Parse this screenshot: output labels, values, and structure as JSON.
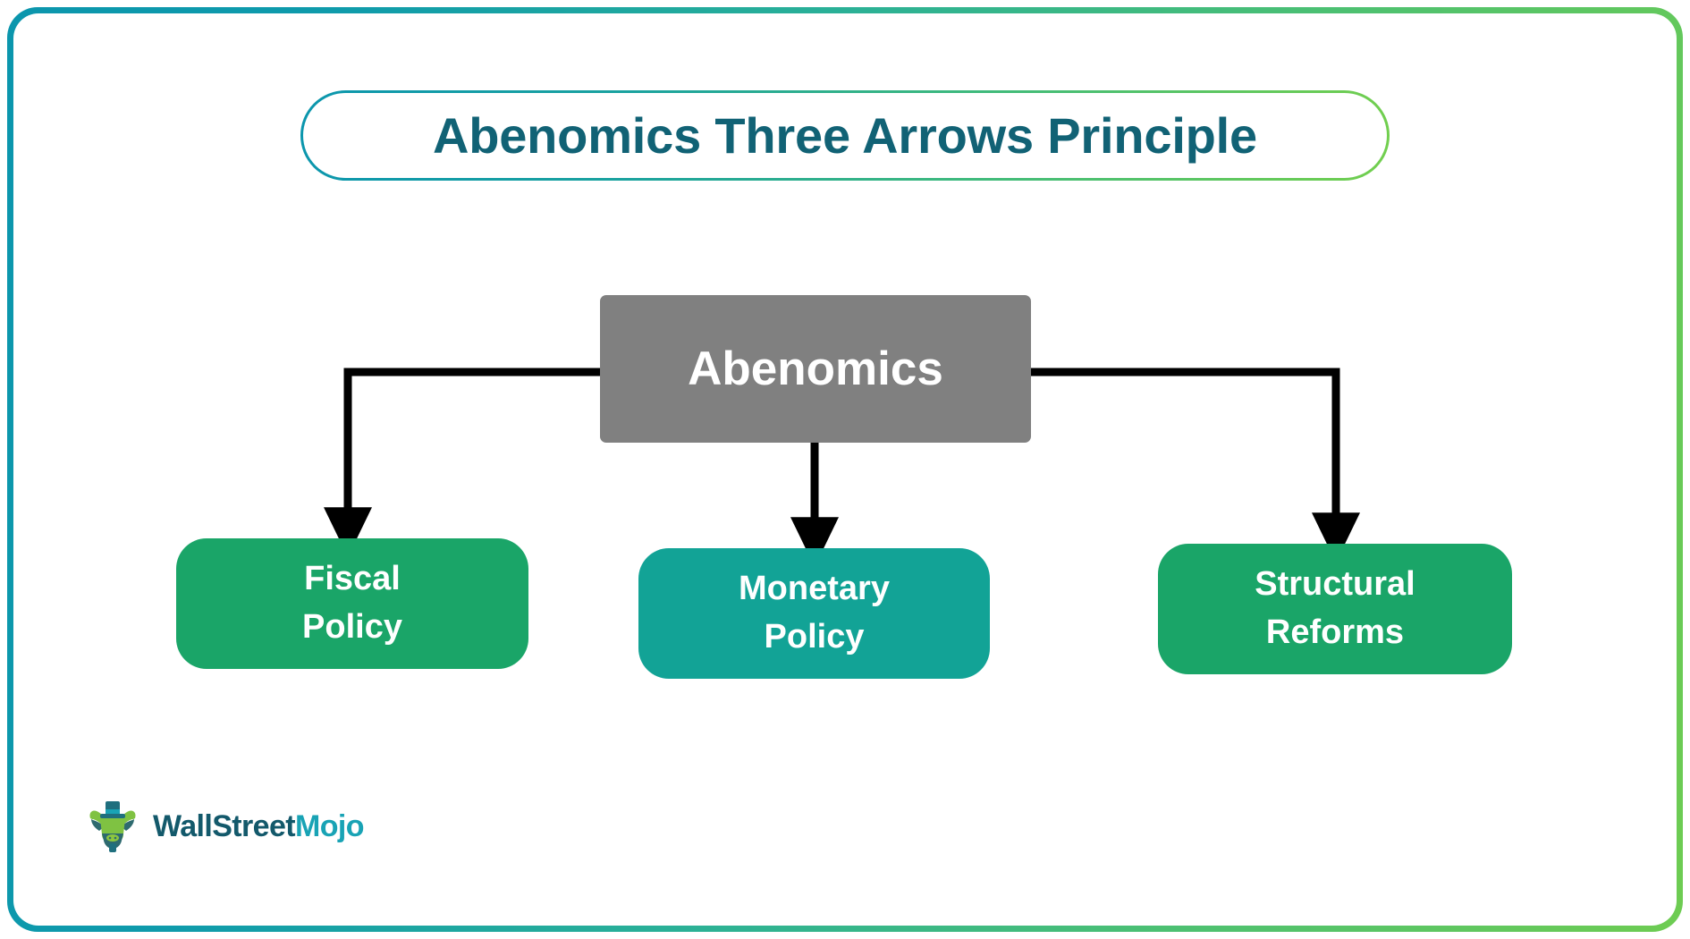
{
  "frame": {
    "gradient_start": "#0b96ad",
    "gradient_end": "#6ecc52"
  },
  "title": {
    "text": "Abenomics Three Arrows Principle",
    "color": "#116275",
    "border_gradient_start": "#0b96ad",
    "border_gradient_end": "#72cf4e"
  },
  "diagram": {
    "root": {
      "label": "Abenomics",
      "color": "#808080",
      "text_color": "#ffffff"
    },
    "children": [
      {
        "id": "fiscal",
        "line1": "Fiscal",
        "line2": "Policy",
        "color": "#1aa568",
        "text_color": "#ffffff"
      },
      {
        "id": "monetary",
        "line1": "Monetary",
        "line2": "Policy",
        "color": "#12a396",
        "text_color": "#ffffff"
      },
      {
        "id": "structural",
        "line1": "Structural",
        "line2": "Reforms",
        "color": "#1aa568",
        "text_color": "#ffffff"
      }
    ],
    "connector_color": "#000000"
  },
  "logo": {
    "brand_part1": "WallStreet",
    "brand_part2": "Mojo",
    "color1": "#13596b",
    "color2": "#19a3b5"
  }
}
